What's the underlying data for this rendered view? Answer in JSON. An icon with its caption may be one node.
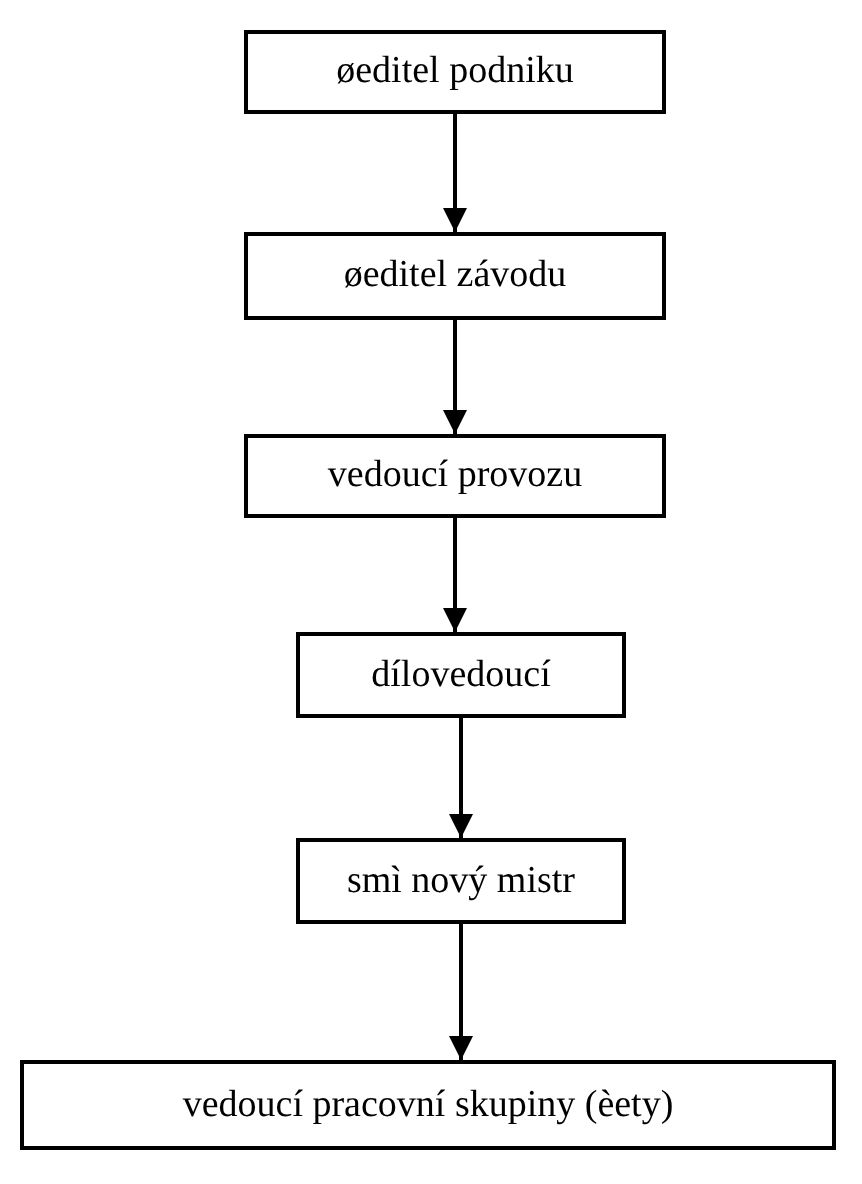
{
  "diagram": {
    "nodes": [
      {
        "text": [
          "øeditel podniku"
        ]
      },
      {
        "text": [
          "øeditel závodu"
        ]
      },
      {
        "text": [
          "vedoucí provozu"
        ]
      },
      {
        "text": [
          "dílovedoucí"
        ]
      },
      {
        "text": [
          "smì nový mistr"
        ]
      },
      {
        "text": [
          "vedoucí pracovní skupiny (èety)"
        ]
      }
    ],
    "edges": [
      {
        "from": 0,
        "to": 1,
        "arrow": "to"
      },
      {
        "from": 1,
        "to": 2,
        "arrow": "to"
      },
      {
        "from": 2,
        "to": 3,
        "arrow": "to"
      },
      {
        "from": 3,
        "to": 4,
        "arrow": "to"
      },
      {
        "from": 4,
        "to": 5,
        "arrow": "to"
      }
    ]
  }
}
